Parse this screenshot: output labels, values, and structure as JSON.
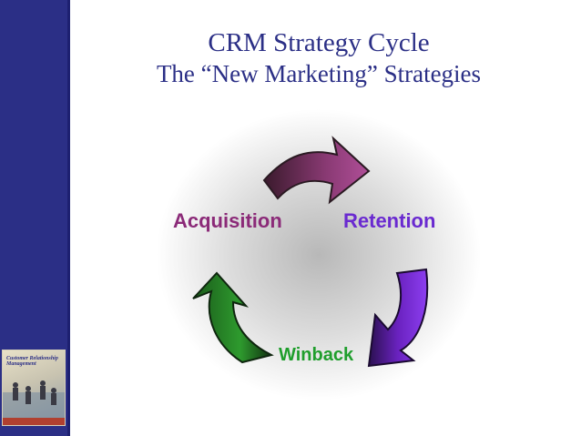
{
  "slide": {
    "title_line1": "CRM Strategy Cycle",
    "title_line2": "The “New Marketing” Strategies"
  },
  "book_cover": {
    "title": "Customer Relationship Management"
  },
  "cycle": {
    "acquisition_label": "Acquisition",
    "retention_label": "Retention",
    "winback_label": "Winback"
  },
  "colors": {
    "sidebar": "#2b2f86",
    "title": "#2b2f86",
    "acquisition": "#8b2a78",
    "retention": "#6a2ad0",
    "winback": "#1f9e2c",
    "arrow_acquisition": "#8a3a74",
    "arrow_retention": "#7a28d8",
    "arrow_winback": "#2e9a2e"
  }
}
